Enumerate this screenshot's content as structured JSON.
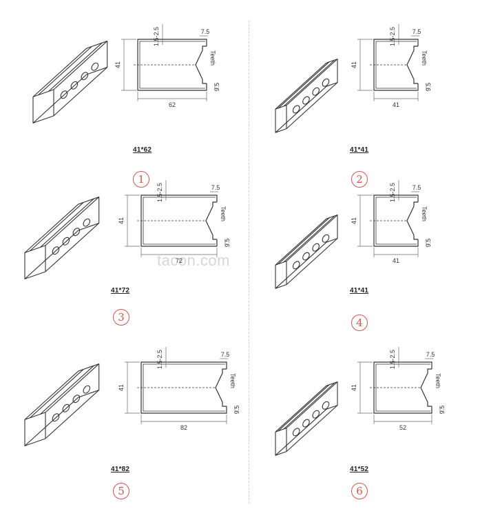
{
  "watermark": "tacon.com",
  "profiles": [
    {
      "id": "p1",
      "number": "1",
      "code": "41*62",
      "height_label": "41",
      "width_label": "62",
      "thickness_label": "1.5-2.5",
      "lip_label": "7.5",
      "gap_label": "9.5",
      "teeth_label": "Teeth"
    },
    {
      "id": "p2",
      "number": "2",
      "code": "41*41",
      "height_label": "41",
      "width_label": "41",
      "thickness_label": "1.5-2.5",
      "lip_label": "7.5",
      "gap_label": "9.5",
      "teeth_label": "Teeth"
    },
    {
      "id": "p3",
      "number": "3",
      "code": "41*72",
      "height_label": "41",
      "width_label": "72",
      "thickness_label": "1.5-2.5",
      "lip_label": "7.5",
      "gap_label": "9.5",
      "teeth_label": "Teeth"
    },
    {
      "id": "p4",
      "number": "4",
      "code": "41*41",
      "height_label": "41",
      "width_label": "41",
      "thickness_label": "1.5-2.5",
      "lip_label": "7.5",
      "gap_label": "9.5",
      "teeth_label": "Teeth"
    },
    {
      "id": "p5",
      "number": "5",
      "code": "41*82",
      "height_label": "41",
      "width_label": "82",
      "thickness_label": "1.5-2.5",
      "lip_label": "7.5",
      "gap_label": "9.5",
      "teeth_label": "Teeth"
    },
    {
      "id": "p6",
      "number": "6",
      "code": "41*52",
      "height_label": "41",
      "width_label": "52",
      "thickness_label": "1.5-2.5",
      "lip_label": "7.5",
      "gap_label": "9.5",
      "teeth_label": "Teeth"
    }
  ]
}
